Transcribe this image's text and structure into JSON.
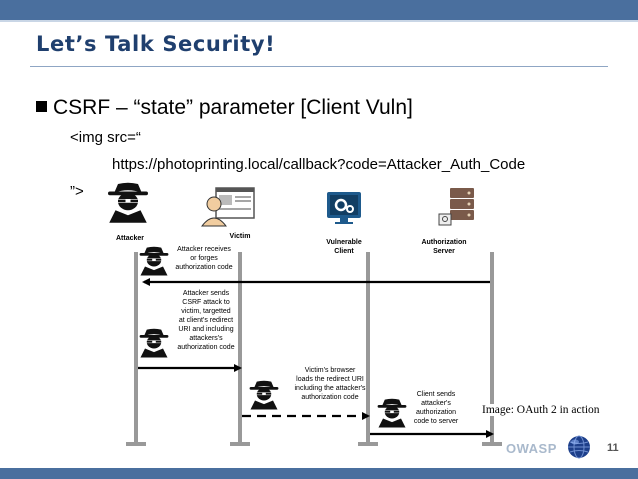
{
  "slide": {
    "title": "Let’s Talk Security!",
    "bullet": "CSRF – “state” parameter [Client Vuln]",
    "code_line1": "<img src=“",
    "code_line2": "https://photoprinting.local/callback?code=Attacker_Auth_Code",
    "code_line3": "”>",
    "image_credit": "Image: OAuth 2 in action",
    "footer_brand": "OWASP",
    "page_number": "11"
  },
  "diagram": {
    "actors": {
      "attacker": "Attacker",
      "victim": "Victim",
      "client_line1": "Vulnerable",
      "client_line2": "Client",
      "server_line1": "Authorization",
      "server_line2": "Server"
    },
    "steps": {
      "step1": [
        "Attacker receives",
        "or forges",
        "authorization code"
      ],
      "step2": [
        "Attacker sends",
        "CSRF attack to",
        "victim, targetted",
        "at client's redirect",
        "URI and including",
        "attackers's",
        "authorization code"
      ],
      "step3": [
        "Victim's browser",
        "loads the redirect URI",
        "including the attacker's",
        "authorization code"
      ],
      "step4": [
        "Client sends",
        "attacker's",
        "authorization",
        "code to server"
      ]
    }
  },
  "colors": {
    "accent": "#4a6f9e",
    "title": "#1f3f6e",
    "monitor": "#1e5a8c"
  },
  "icons": [
    "spy-icon",
    "victim-icon",
    "monitor-gear-icon",
    "server-icon",
    "globe-icon"
  ]
}
